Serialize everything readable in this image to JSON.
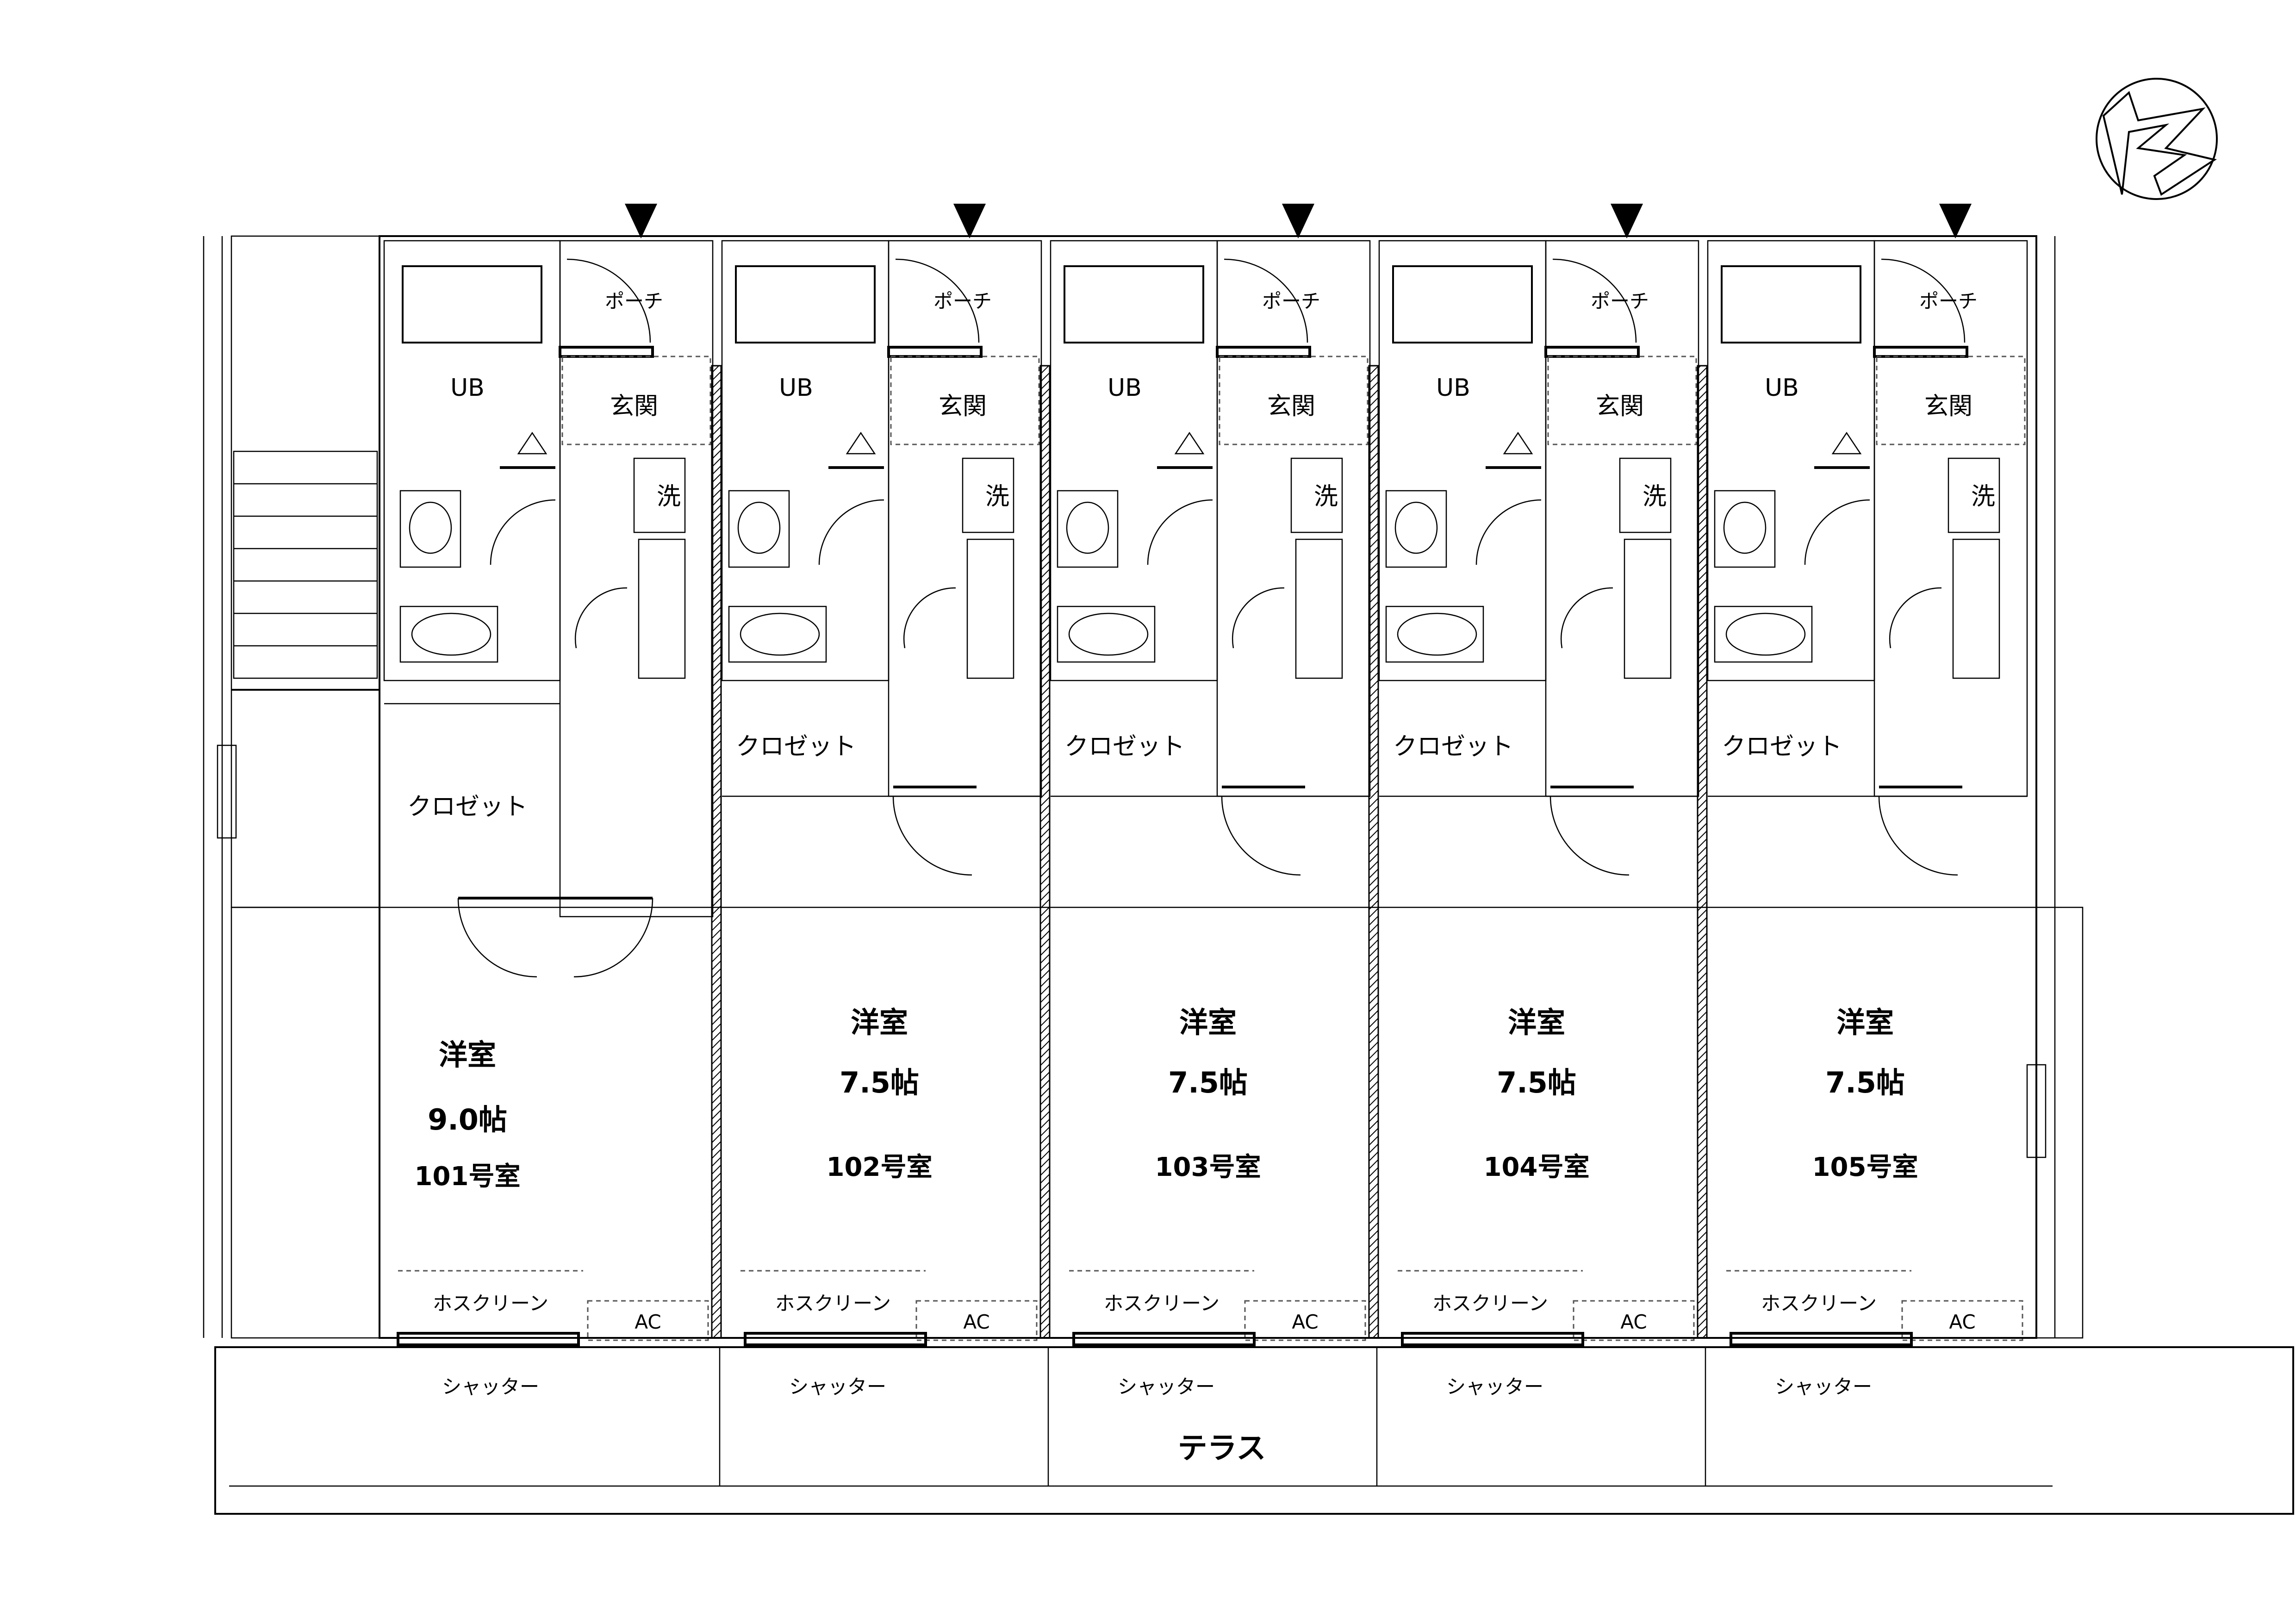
{
  "units": [
    {
      "room_number": "101号室",
      "room_name": "洋室",
      "room_size": "9.0帖",
      "bath": "UB",
      "porch": "ポーチ",
      "entrance": "玄関",
      "laundry": "洗",
      "closet": "クロゼット",
      "screen": "ホスクリーン",
      "ac": "AC",
      "shutter": "シャッター"
    },
    {
      "room_number": "102号室",
      "room_name": "洋室",
      "room_size": "7.5帖",
      "bath": "UB",
      "porch": "ポーチ",
      "entrance": "玄関",
      "laundry": "洗",
      "closet": "クロゼット",
      "screen": "ホスクリーン",
      "ac": "AC",
      "shutter": "シャッター"
    },
    {
      "room_number": "103号室",
      "room_name": "洋室",
      "room_size": "7.5帖",
      "bath": "UB",
      "porch": "ポーチ",
      "entrance": "玄関",
      "laundry": "洗",
      "closet": "クロゼット",
      "screen": "ホスクリーン",
      "ac": "AC",
      "shutter": "シャッター"
    },
    {
      "room_number": "104号室",
      "room_name": "洋室",
      "room_size": "7.5帖",
      "bath": "UB",
      "porch": "ポーチ",
      "entrance": "玄関",
      "laundry": "洗",
      "closet": "クロゼット",
      "screen": "ホスクリーン",
      "ac": "AC",
      "shutter": "シャッター"
    },
    {
      "room_number": "105号室",
      "room_name": "洋室",
      "room_size": "7.5帖",
      "bath": "UB",
      "porch": "ポーチ",
      "entrance": "玄関",
      "laundry": "洗",
      "closet": "クロゼット",
      "screen": "ホスクリーン",
      "ac": "AC",
      "shutter": "シャッター"
    }
  ],
  "terrace": "テラス",
  "north_arrow": "north-arrow-icon",
  "line_color": "#000000",
  "background_color": "#ffffff"
}
